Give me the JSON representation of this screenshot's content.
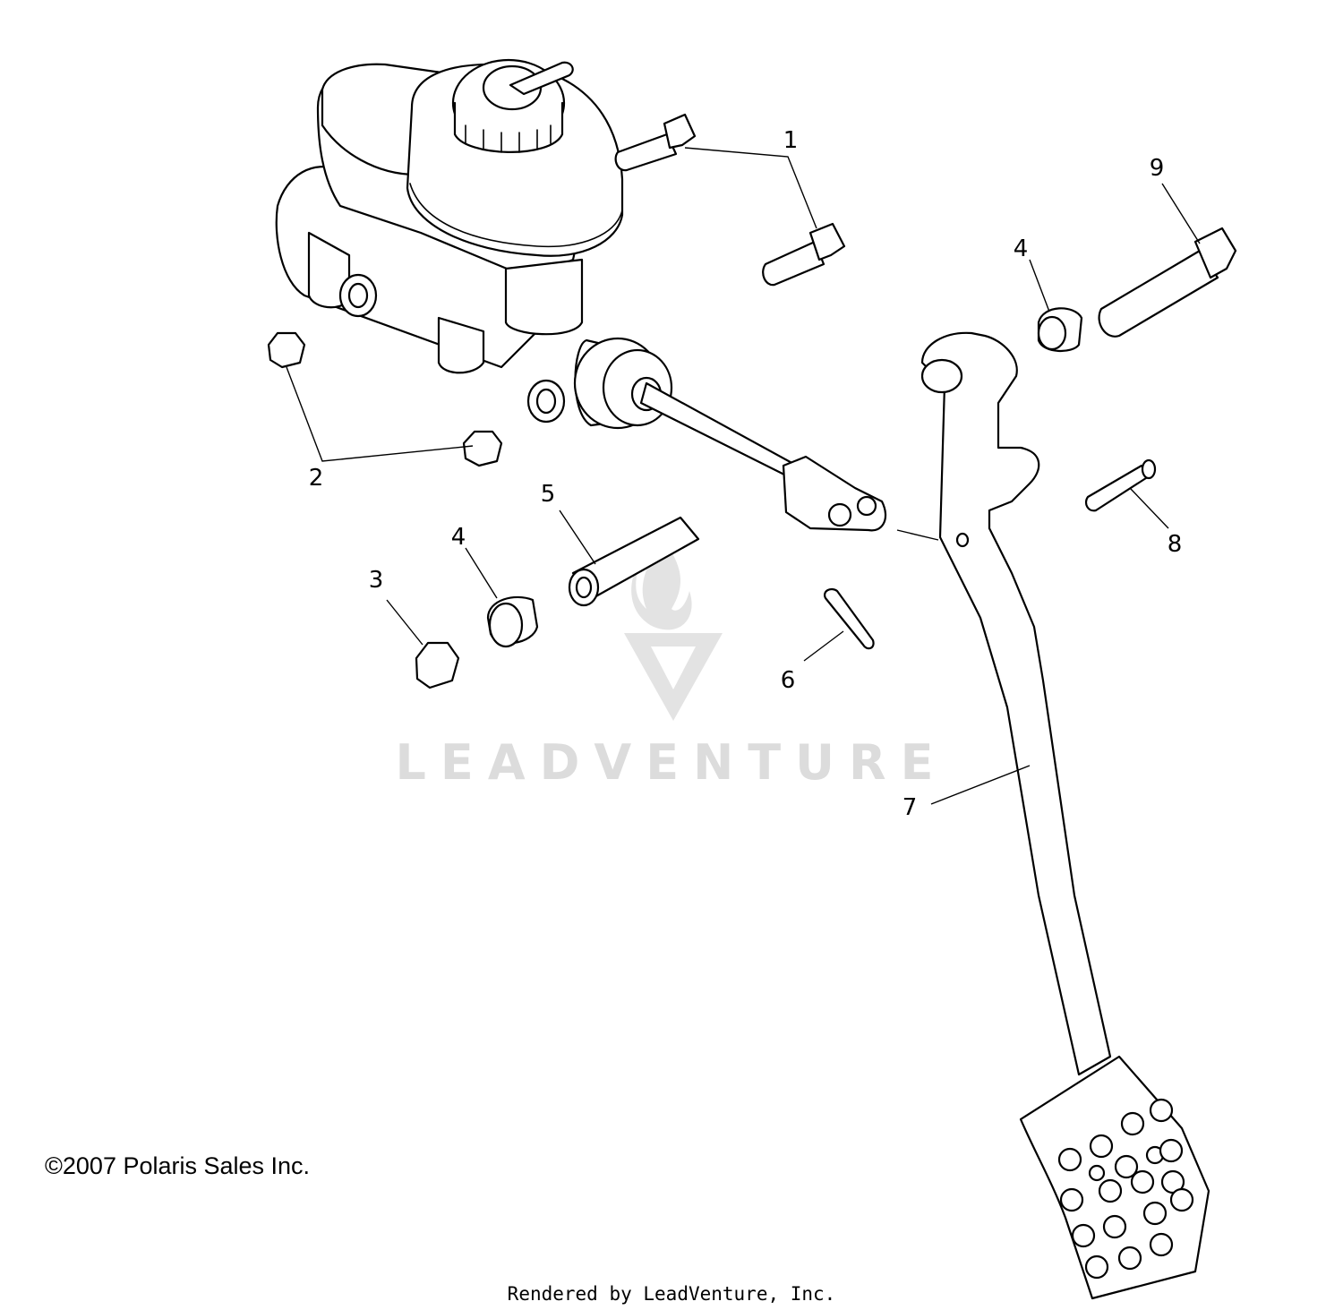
{
  "callouts": [
    "1",
    "2",
    "3",
    "4",
    "4",
    "5",
    "6",
    "7",
    "8",
    "9"
  ],
  "watermark": {
    "text": "LEADVENTURE"
  },
  "copyright": "©2007 Polaris Sales Inc.",
  "footer": "Rendered by LeadVenture, Inc."
}
